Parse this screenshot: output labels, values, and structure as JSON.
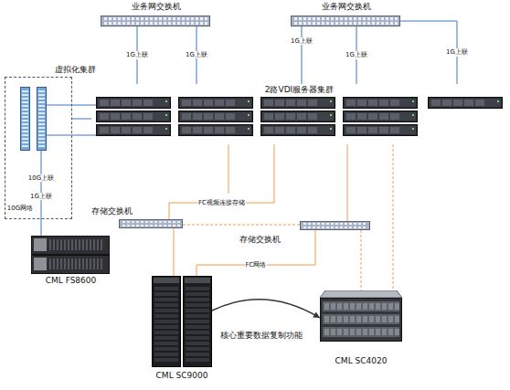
{
  "diagram": {
    "nodes": [
      {
        "text": [
          "业务网交换机"
        ]
      },
      {
        "text": [
          "业务网交换机"
        ]
      },
      {
        "text": [
          "虚拟化集群"
        ]
      },
      {
        "text": [
          "2路VDI服务器集群"
        ]
      },
      {
        "text": [
          "存储交换机"
        ]
      },
      {
        "text": [
          "存储交换机"
        ]
      },
      {
        "text": [
          "CML FS8600"
        ]
      },
      {
        "text": [
          "CML SC9000"
        ]
      },
      {
        "text": [
          "CML SC4020"
        ]
      }
    ],
    "edges": [
      {
        "from": 0,
        "to": 3,
        "label": "1G上联",
        "arrow": "none"
      },
      {
        "from": 1,
        "to": 3,
        "label": "1G上联",
        "arrow": "none"
      },
      {
        "from": 1,
        "to": 3,
        "label": "1G上联",
        "arrow": "none"
      },
      {
        "from": 2,
        "to": 6,
        "arrow": "none"
      },
      {
        "from": 2,
        "to": 3,
        "arrow": "none"
      },
      {
        "from": 3,
        "to": 4,
        "label": "FC视频连接存储",
        "arrow": "none"
      },
      {
        "from": 3,
        "to": 5,
        "arrow": "none"
      },
      {
        "from": 4,
        "to": 7,
        "arrow": "none"
      },
      {
        "from": 5,
        "to": 7,
        "label": "FC网络",
        "arrow": "none"
      },
      {
        "from": 5,
        "to": 8,
        "arrow": "none"
      },
      {
        "from": 7,
        "to": 8,
        "label": "核心重要数据复制功能",
        "arrow": "to"
      }
    ],
    "labels": [
      "1G上联",
      "1G上联",
      "10G上联",
      "1G上联",
      "10G网络"
    ]
  }
}
